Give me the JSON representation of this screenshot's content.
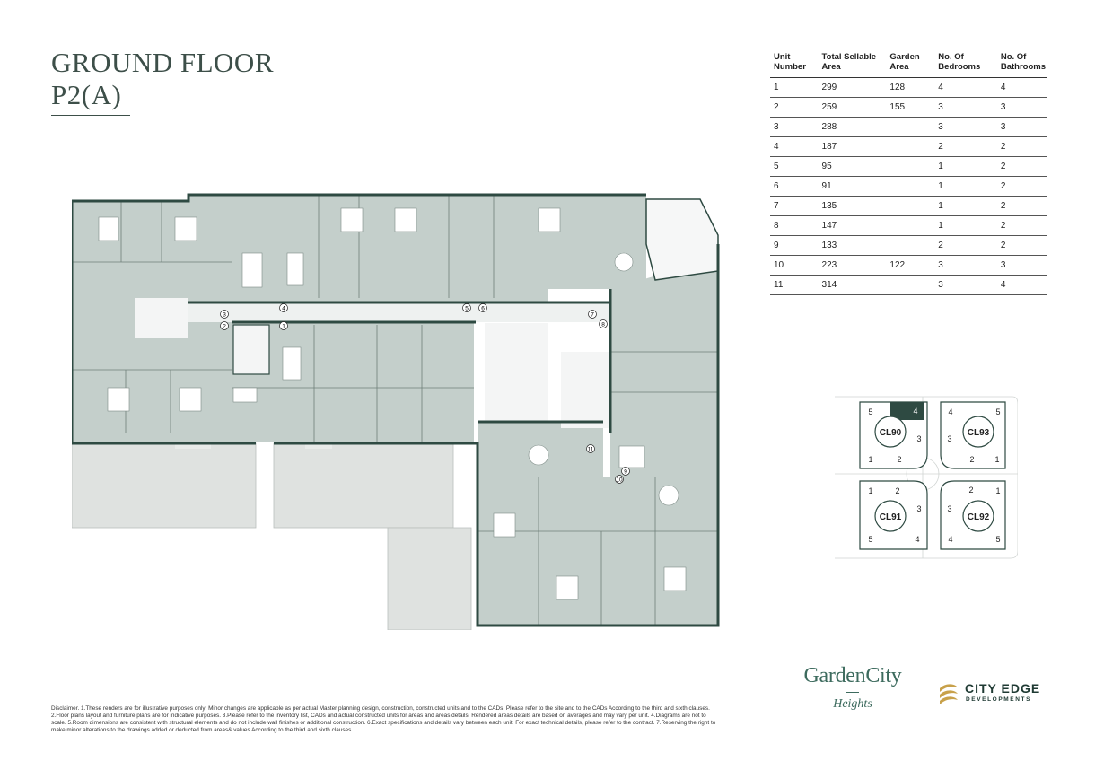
{
  "title": {
    "line1": "GROUND FLOOR",
    "line2": "P2(A)"
  },
  "unit_table": {
    "headers": [
      [
        "Unit",
        "Number"
      ],
      [
        "Total Sellable",
        "Area"
      ],
      [
        "Garden",
        "Area"
      ],
      [
        "No. Of",
        "Bedrooms"
      ],
      [
        "No. Of",
        "Bathrooms"
      ]
    ],
    "rows": [
      [
        "1",
        "299",
        "128",
        "4",
        "4"
      ],
      [
        "2",
        "259",
        "155",
        "3",
        "3"
      ],
      [
        "3",
        "288",
        "",
        "3",
        "3"
      ],
      [
        "4",
        "187",
        "",
        "2",
        "2"
      ],
      [
        "5",
        "95",
        "",
        "1",
        "2"
      ],
      [
        "6",
        "91",
        "",
        "1",
        "2"
      ],
      [
        "7",
        "135",
        "",
        "1",
        "2"
      ],
      [
        "8",
        "147",
        "",
        "1",
        "2"
      ],
      [
        "9",
        "133",
        "",
        "2",
        "2"
      ],
      [
        "10",
        "223",
        "122",
        "3",
        "3"
      ],
      [
        "11",
        "314",
        "",
        "3",
        "4"
      ]
    ]
  },
  "floor_plan": {
    "unit_markers": [
      "1",
      "2",
      "3",
      "4",
      "5",
      "6",
      "7",
      "8",
      "9",
      "10",
      "11"
    ]
  },
  "key_plan": {
    "selected_unit": "4",
    "blocks": [
      {
        "name": "CL90",
        "units": [
          "5",
          "4",
          "3",
          "1",
          "2"
        ]
      },
      {
        "name": "CL93",
        "units": [
          "4",
          "5",
          "3",
          "2",
          "1"
        ]
      },
      {
        "name": "CL91",
        "units": [
          "1",
          "2",
          "3",
          "5",
          "4"
        ]
      },
      {
        "name": "CL92",
        "units": [
          "2",
          "1",
          "3",
          "4",
          "5"
        ]
      }
    ]
  },
  "disclaimer": "Disclaimer. 1.These renders are for illustrative purposes only; Minor changes are applicable as per actual Master planning design, construction, constructed units and to the CADs. Please refer to the site and to the CADs According to the third and sixth clauses. 2.Floor plans layout and furniture plans are for indicative purposes. 3.Please refer to the inventory list, CADs and actual constructed units for areas and areas details. Rendered areas details are based on averages and may vary per unit. 4.Diagrams are not to scale. 5.Room dimensions are consistent with structural elements and do not include wall finishes or additional construction. 6.Exact specifications and details vary between each unit. For exact technical details, please refer to the contract. 7.Reserving the right to make minor alterations to the drawings added or deducted from areas& values According to the third and sixth clauses.",
  "logos": {
    "garden_city": {
      "name": "GardenCity",
      "sub": "Heights"
    },
    "city_edge": {
      "name": "CITY EDGE",
      "sub": "DEVELOPMENTS"
    }
  },
  "colors": {
    "brand_dark": "#3d4f49",
    "wall": "#2e4a42",
    "unit_fill": "#c4cfcb",
    "core_fill": "#ffffff",
    "garden_fill": "#dfe2e0",
    "accent_green": "#3d6b5e"
  }
}
